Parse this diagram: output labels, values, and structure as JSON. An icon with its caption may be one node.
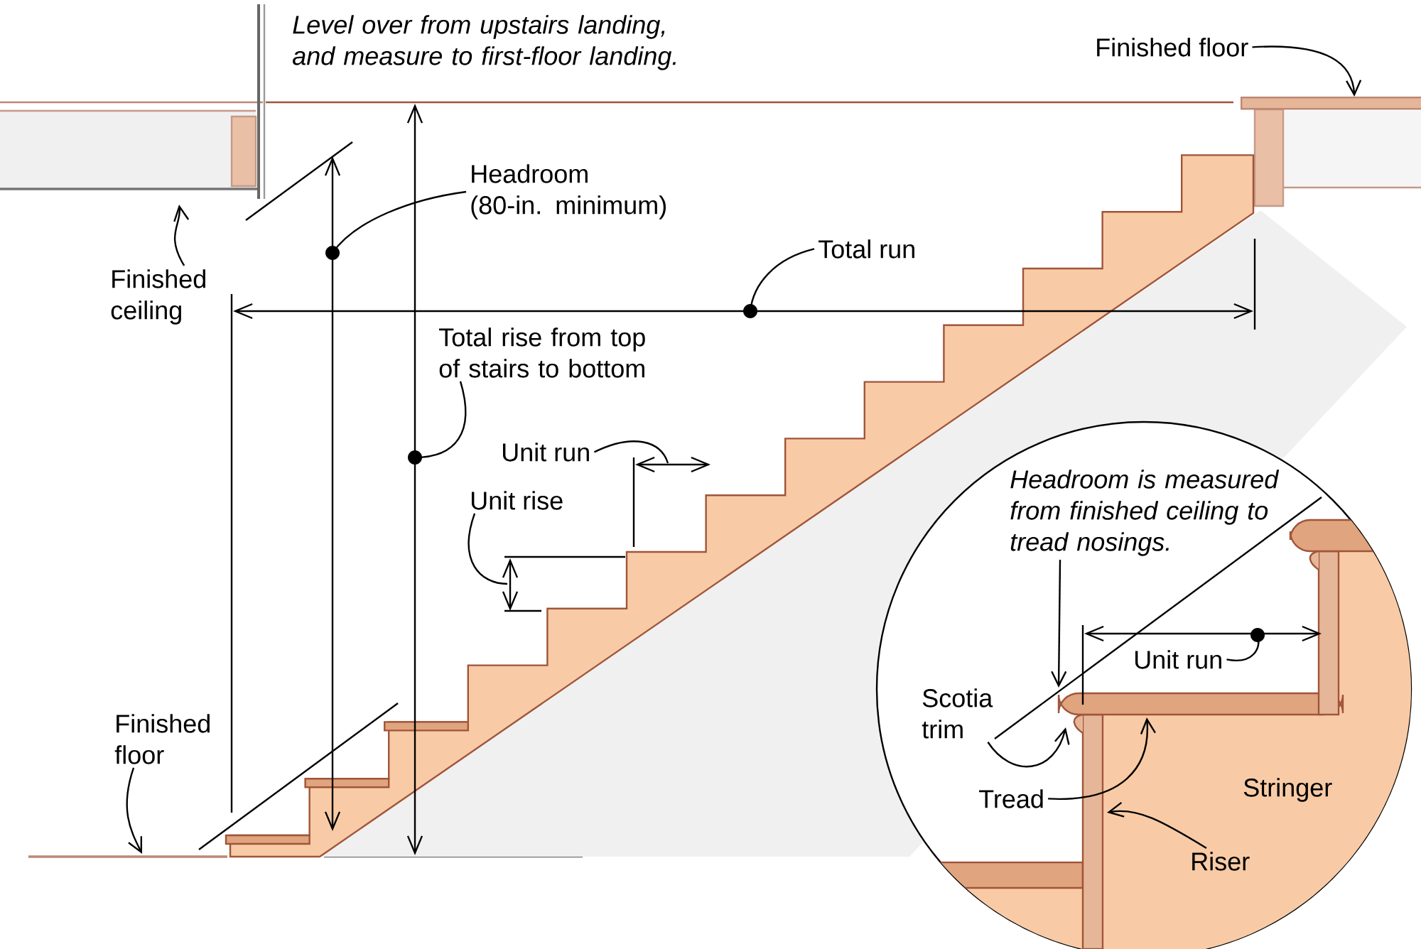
{
  "diagram": {
    "nodes": [
      {
        "text": [
          "Finished floor"
        ]
      },
      {
        "text": [
          "Headroom (80-in. minimum)"
        ]
      },
      {
        "text": [
          "Finished ceiling"
        ]
      },
      {
        "text": [
          "Total run"
        ]
      },
      {
        "text": [
          "Total rise from top of stairs to bottom"
        ]
      },
      {
        "text": [
          "Unit run"
        ]
      },
      {
        "text": [
          "Unit rise"
        ]
      },
      {
        "text": [],
        "shape": "circle"
      },
      {
        "text": [
          "Headroom is measured from finished ceiling to tread nosings."
        ],
        "in": 7
      },
      {
        "text": [
          "Unit run"
        ],
        "in": 7
      },
      {
        "text": [
          "Scotia trim"
        ],
        "in": 7
      },
      {
        "text": [
          "Tread"
        ],
        "in": 7
      },
      {
        "text": [
          "Riser"
        ],
        "in": 7
      },
      {
        "text": [
          "Finished floor"
        ]
      },
      {
        "text": [],
        "shape": "bar"
      }
    ],
    "edges": [
      {
        "from": 0,
        "to": 14,
        "arrow": "to"
      },
      {
        "from": 1,
        "to": null,
        "arrow": "other"
      },
      {
        "from": 2,
        "to": null,
        "arrow": "to"
      },
      {
        "from": 3,
        "to": null,
        "arrow": "other"
      },
      {
        "from": 4,
        "to": null,
        "arrow": "other"
      },
      {
        "from": 5,
        "to": null,
        "arrow": "none"
      },
      {
        "from": 6,
        "to": null,
        "arrow": "none"
      },
      {
        "from": 8,
        "to": null,
        "arrow": "to"
      },
      {
        "from": 9,
        "to": null,
        "arrow": "other"
      },
      {
        "from": 10,
        "to": null,
        "arrow": "to"
      },
      {
        "from": 11,
        "to": null,
        "arrow": "to"
      },
      {
        "from": 12,
        "to": null,
        "arrow": "to"
      },
      {
        "from": 13,
        "to": null,
        "arrow": "to"
      }
    ],
    "labels": [
      "Level over from upstairs landing, and measure to first-floor landing.",
      "Stringer"
    ]
  }
}
